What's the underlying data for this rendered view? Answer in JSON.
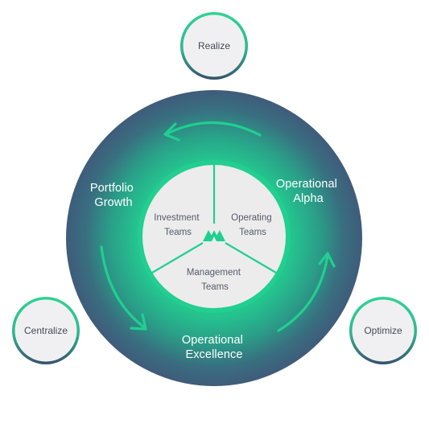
{
  "nodes": {
    "realize": "Realize",
    "centralize": "Centralize",
    "optimize": "Optimize"
  },
  "outer_labels": {
    "portfolio_growth": [
      "Portfolio",
      "Growth"
    ],
    "operational_alpha": [
      "Operational",
      "Alpha"
    ],
    "operational_excellence": [
      "Operational",
      "Excellence"
    ]
  },
  "inner_segments": {
    "investment_teams": [
      "Investment",
      "Teams"
    ],
    "operating_teams": [
      "Operating",
      "Teams"
    ],
    "management_teams": [
      "Management",
      "Teams"
    ]
  },
  "colors": {
    "accent_green": "#1fd08f",
    "ring_dark": "#3e5a7b",
    "ring_glow": "#1fb58b",
    "node_fill": "#f0f0f2",
    "node_border_top": "#2fd494",
    "node_border_bottom": "#37506f",
    "inner_fill": "#ececed"
  },
  "logo": "brand-logo-icon"
}
